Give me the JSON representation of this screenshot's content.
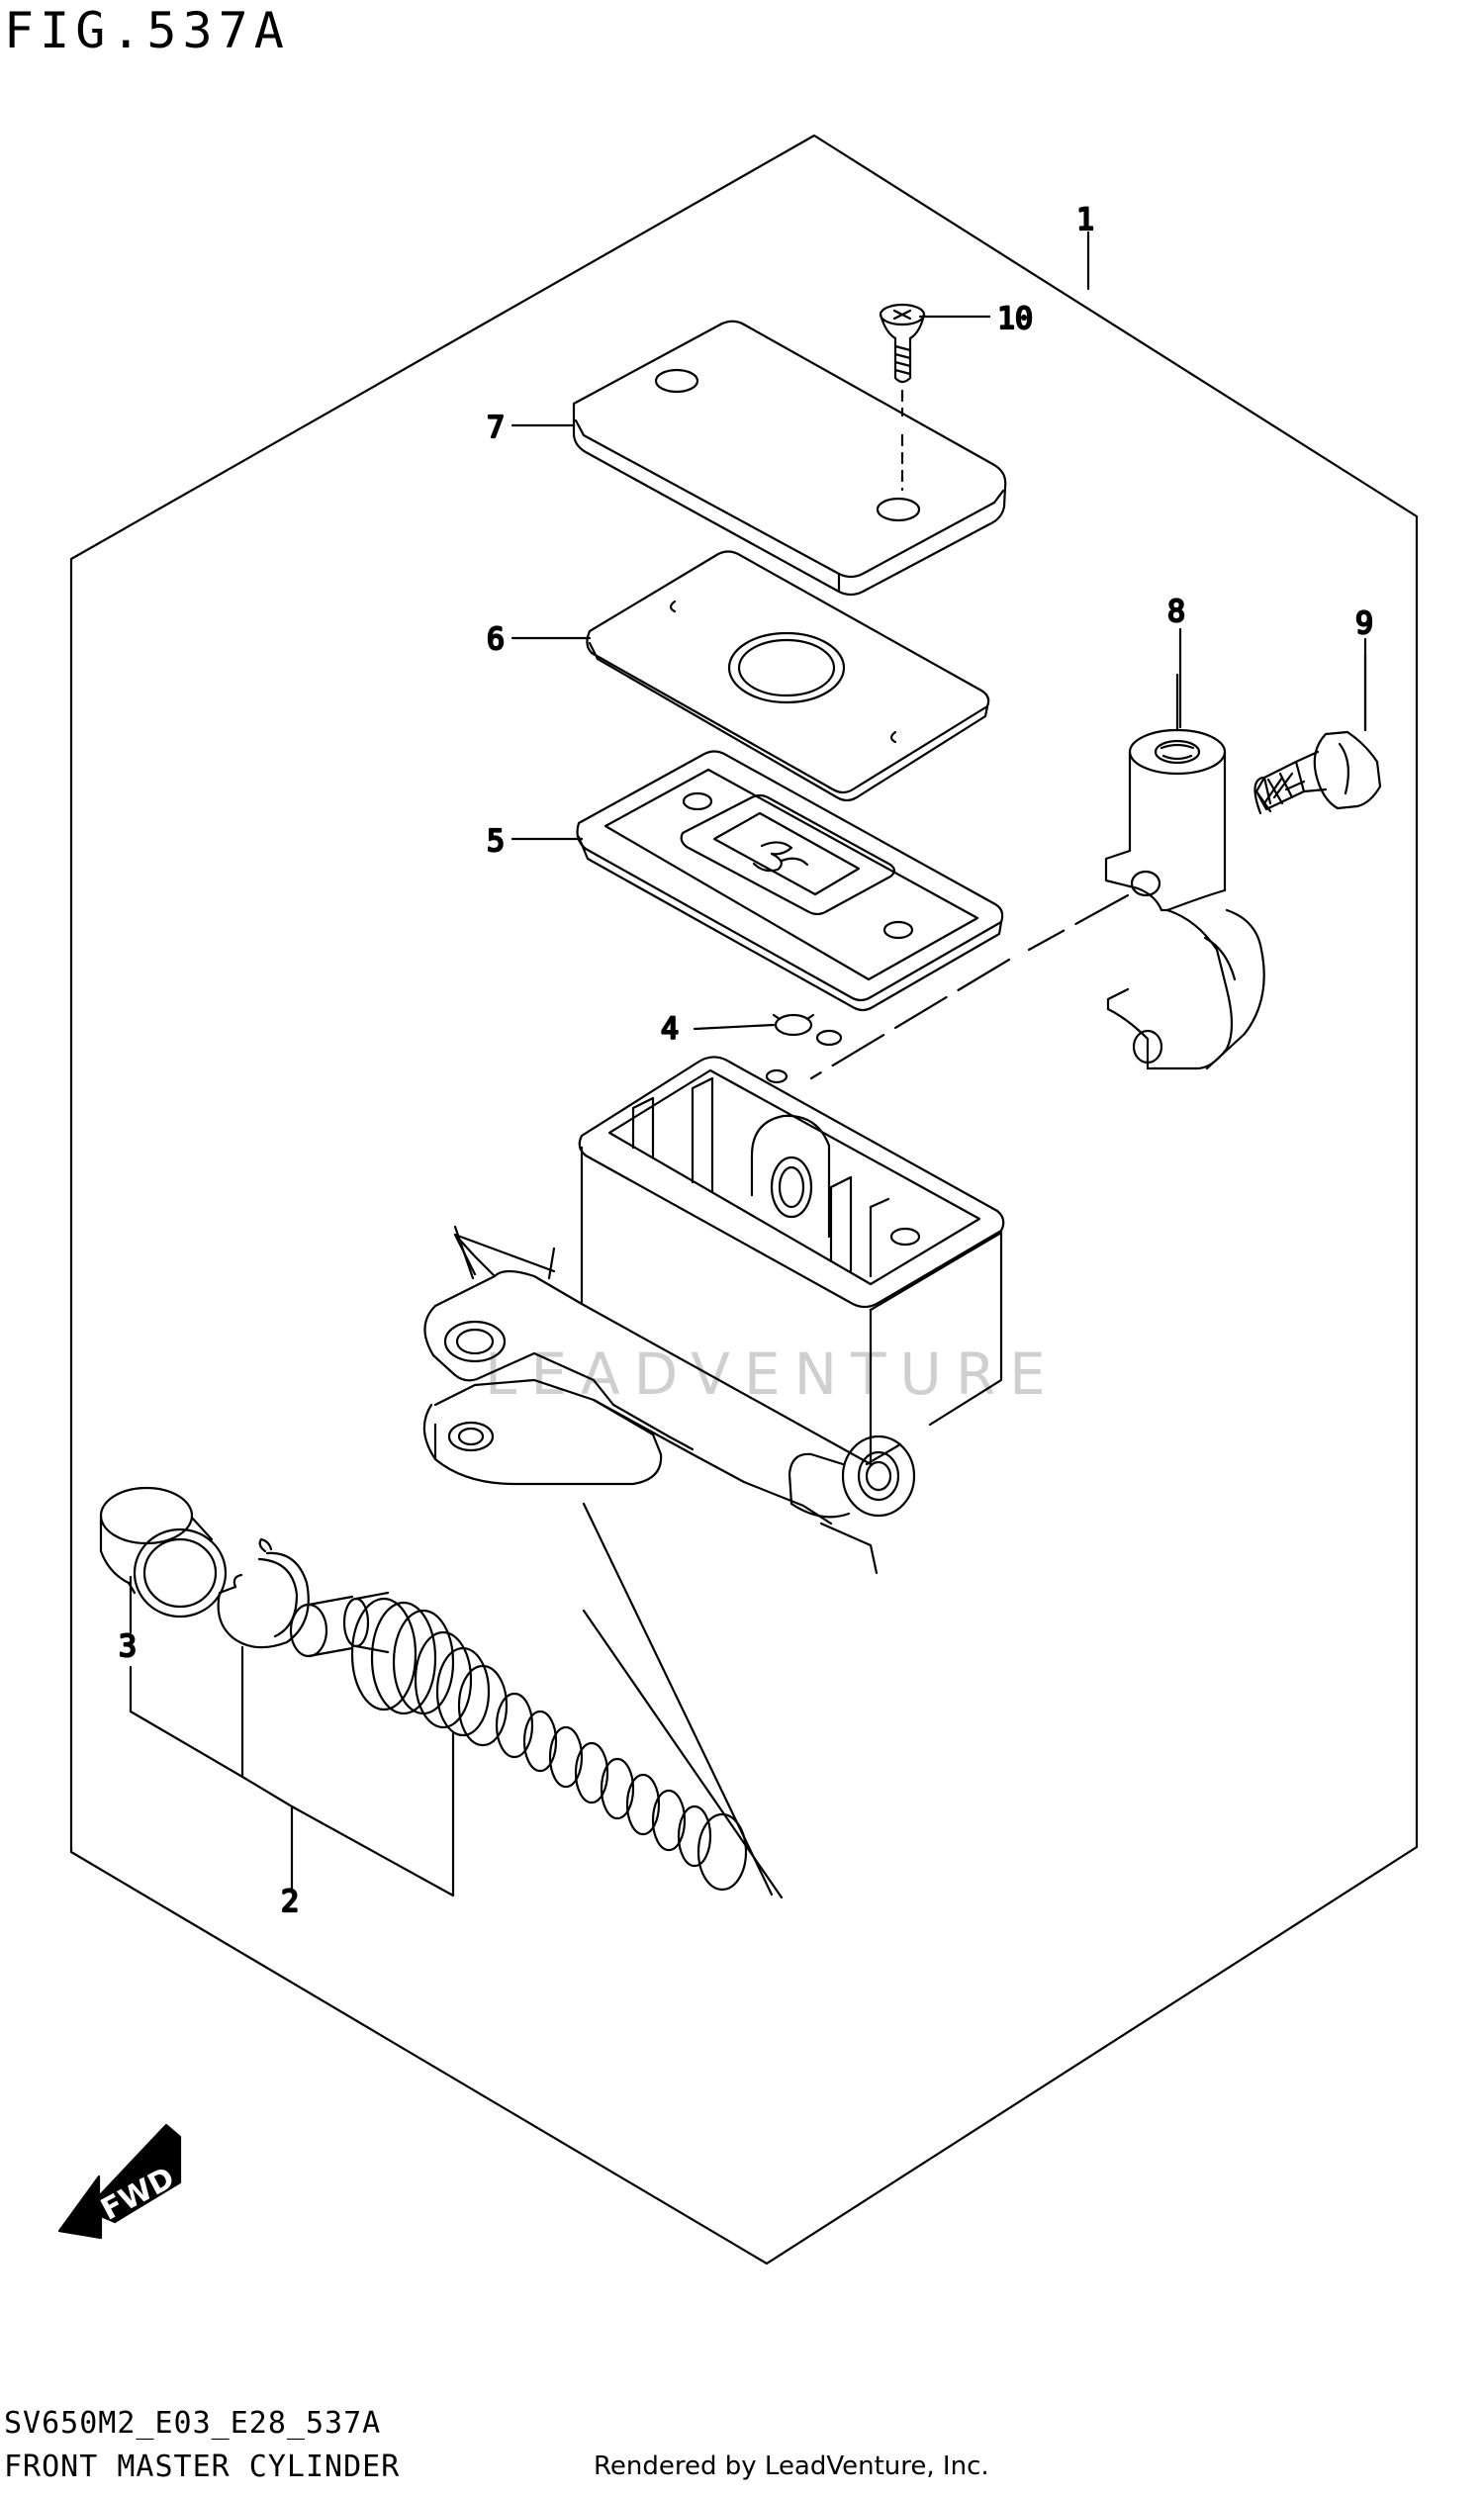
{
  "header": {
    "figure_title": "FIG.537A"
  },
  "footer": {
    "model_code": "SV650M2_E03_E28_537A",
    "diagram_name": "FRONT MASTER CYLINDER",
    "rendered_by": "Rendered by LeadVenture, Inc."
  },
  "watermark": {
    "text": "LEADVENTURE"
  },
  "callouts": [
    {
      "id": "1",
      "label": "1"
    },
    {
      "id": "2",
      "label": "2"
    },
    {
      "id": "3",
      "label": "3"
    },
    {
      "id": "4",
      "label": "4"
    },
    {
      "id": "5",
      "label": "5"
    },
    {
      "id": "6",
      "label": "6"
    },
    {
      "id": "7",
      "label": "7"
    },
    {
      "id": "8",
      "label": "8"
    },
    {
      "id": "9",
      "label": "9"
    },
    {
      "id": "10",
      "label": "10"
    }
  ],
  "fwd_arrow": {
    "label": "FWD"
  },
  "colors": {
    "line": "#000000",
    "background": "#ffffff",
    "watermark": "#cfcfcf"
  }
}
